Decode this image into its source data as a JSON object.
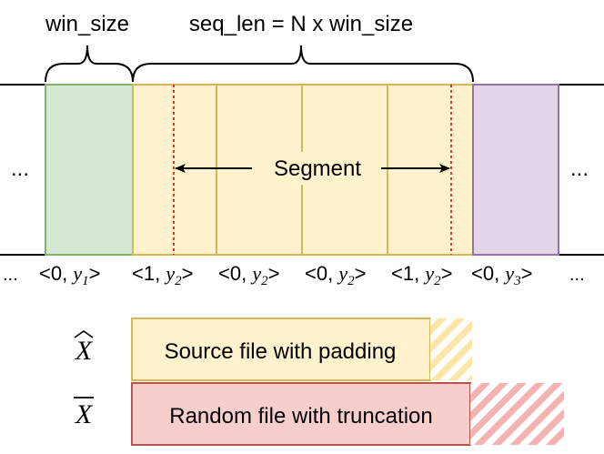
{
  "header": {
    "win_size_label": "win_size",
    "seq_len_label": "seq_len = N x win_size"
  },
  "strip": {
    "left_ellipsis": "...",
    "right_ellipsis": "...",
    "segment_label": "Segment"
  },
  "sequence_labels": {
    "leading_ellipsis": "...",
    "trailing_ellipsis": "...",
    "items": [
      {
        "open": "<0, ",
        "var": "y",
        "sub": "1",
        "close": ">"
      },
      {
        "open": "<1, ",
        "var": "y",
        "sub": "2",
        "close": ">"
      },
      {
        "open": "<0, ",
        "var": "y",
        "sub": "2",
        "close": ">"
      },
      {
        "open": "<0, ",
        "var": "y",
        "sub": "2",
        "close": ">"
      },
      {
        "open": "<1, ",
        "var": "y",
        "sub": "2",
        "close": ">"
      },
      {
        "open": "<0, ",
        "var": "y",
        "sub": "3",
        "close": ">"
      }
    ]
  },
  "legend": {
    "source_symbol": "X",
    "source_label": "Source file with padding",
    "random_symbol": "X",
    "random_label": "Random file with truncation"
  },
  "colors": {
    "green_fill": "#d5e8d4",
    "green_stroke": "#82b366",
    "yellow_fill": "#fff2cc",
    "yellow_stroke": "#d6b656",
    "purple_fill": "#e1d5e7",
    "purple_stroke": "#9673a6",
    "red_fill": "#f8cecc",
    "red_stroke": "#b85450",
    "red_dotted": "#e03b2b"
  }
}
